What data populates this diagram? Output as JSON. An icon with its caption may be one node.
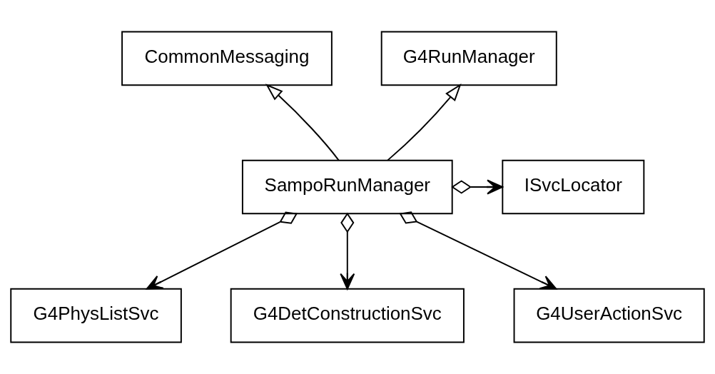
{
  "diagram": {
    "nodes": [
      {
        "text": [
          "CommonMessaging"
        ]
      },
      {
        "text": [
          "G4RunManager"
        ]
      },
      {
        "text": [
          "SampoRunManager"
        ]
      },
      {
        "text": [
          "ISvcLocator"
        ]
      },
      {
        "text": [
          "G4PhysListSvc"
        ]
      },
      {
        "text": [
          "G4DetConstructionSvc"
        ]
      },
      {
        "text": [
          "G4UserActionSvc"
        ]
      }
    ],
    "edges": [
      {
        "from": 2,
        "to": 0,
        "arrow": "to"
      },
      {
        "from": 2,
        "to": 1,
        "arrow": "to"
      },
      {
        "from": 2,
        "to": 3,
        "arrow": "to"
      },
      {
        "from": 2,
        "to": 4,
        "arrow": "to"
      },
      {
        "from": 2,
        "to": 5,
        "arrow": "to"
      },
      {
        "from": 2,
        "to": 6,
        "arrow": "to"
      }
    ]
  }
}
